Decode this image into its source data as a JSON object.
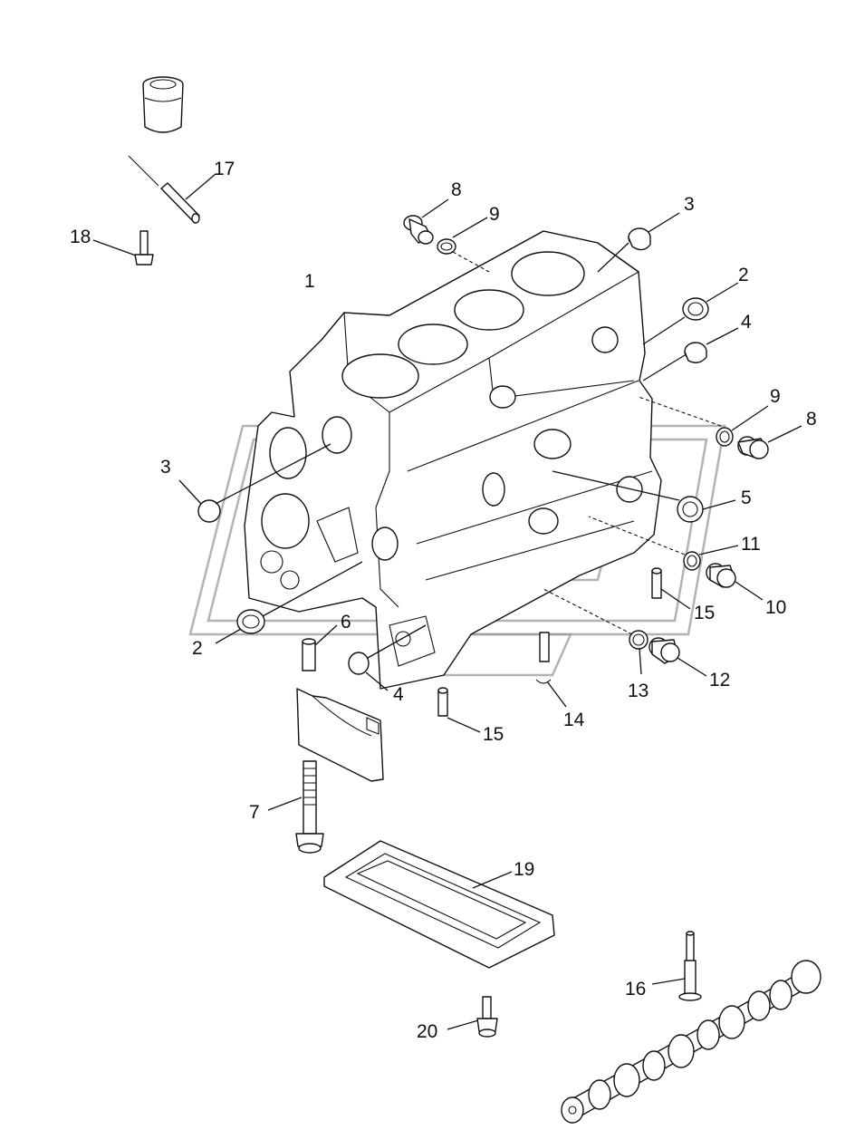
{
  "diagram": {
    "part_labels": [
      "1",
      "2",
      "2",
      "3",
      "3",
      "4",
      "4",
      "5",
      "6",
      "7",
      "8",
      "8",
      "9",
      "9",
      "10",
      "11",
      "12",
      "13",
      "14",
      "15",
      "15",
      "16",
      "17",
      "18",
      "19",
      "20"
    ]
  }
}
